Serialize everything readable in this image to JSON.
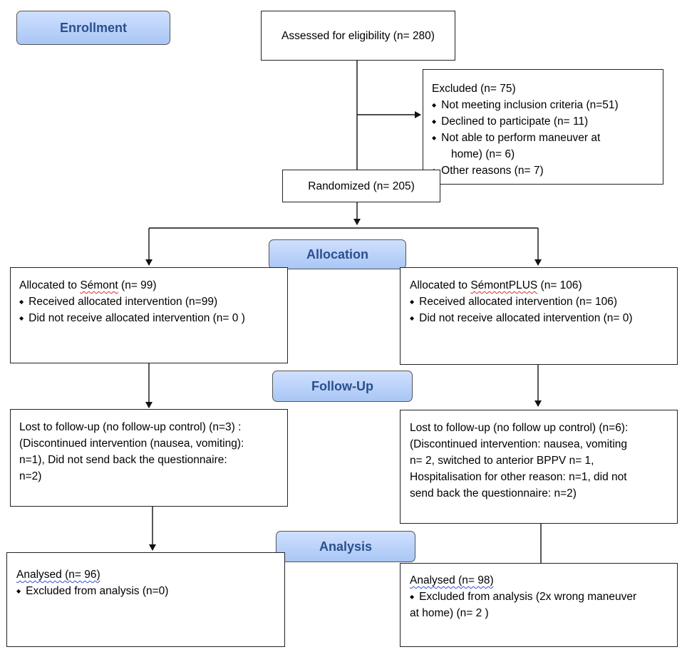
{
  "stages": {
    "enrollment": "Enrollment",
    "allocation": "Allocation",
    "follow_up": "Follow-Up",
    "analysis": "Analysis"
  },
  "assessed": "Assessed for eligibility (n= 280)",
  "excluded": {
    "title": "Excluded (n= 75)",
    "items": [
      "Not meeting inclusion criteria (n=51)",
      "Declined to participate (n= 11)",
      "Not able to perform maneuver at",
      "home) (n= 6)",
      "Other reasons (n= 7)"
    ]
  },
  "randomized": "Randomized (n= 205)",
  "allocated_left": {
    "prefix": "Allocated to ",
    "name": "Sémont",
    "suffix": " (n= 99)",
    "items": [
      "Received allocated intervention (n=99)",
      "Did not receive allocated intervention (n= 0 )"
    ]
  },
  "allocated_right": {
    "prefix": "Allocated to ",
    "name": "SémontPLUS",
    "suffix": " (n= 106)",
    "items": [
      "Received allocated intervention (n= 106)",
      "Did not receive allocated intervention (n=  0)"
    ]
  },
  "followup_left": {
    "lines": [
      "Lost to follow-up (no follow-up control) (n=3) :",
      "(Discontinued intervention (nausea, vomiting):",
      "n=1), Did not send back the questionnaire:",
      "n=2)"
    ]
  },
  "followup_right": {
    "lines": [
      "Lost to follow-up (no follow up control) (n=6):",
      "(Discontinued intervention: nausea, vomiting",
      "n= 2, switched to anterior BPPV n= 1,",
      "Hospitalisation for other reason: n=1, did not",
      "send back the questionnaire: n=2)"
    ]
  },
  "analysed_left": {
    "title": "Analysed (n= 96)",
    "items": [
      "Excluded from analysis (n=0)"
    ]
  },
  "analysed_right": {
    "title": "Analysed (n= 98)",
    "lines": [
      "Excluded from analysis (2x wrong maneuver",
      "at home) (n= 2 )"
    ]
  }
}
